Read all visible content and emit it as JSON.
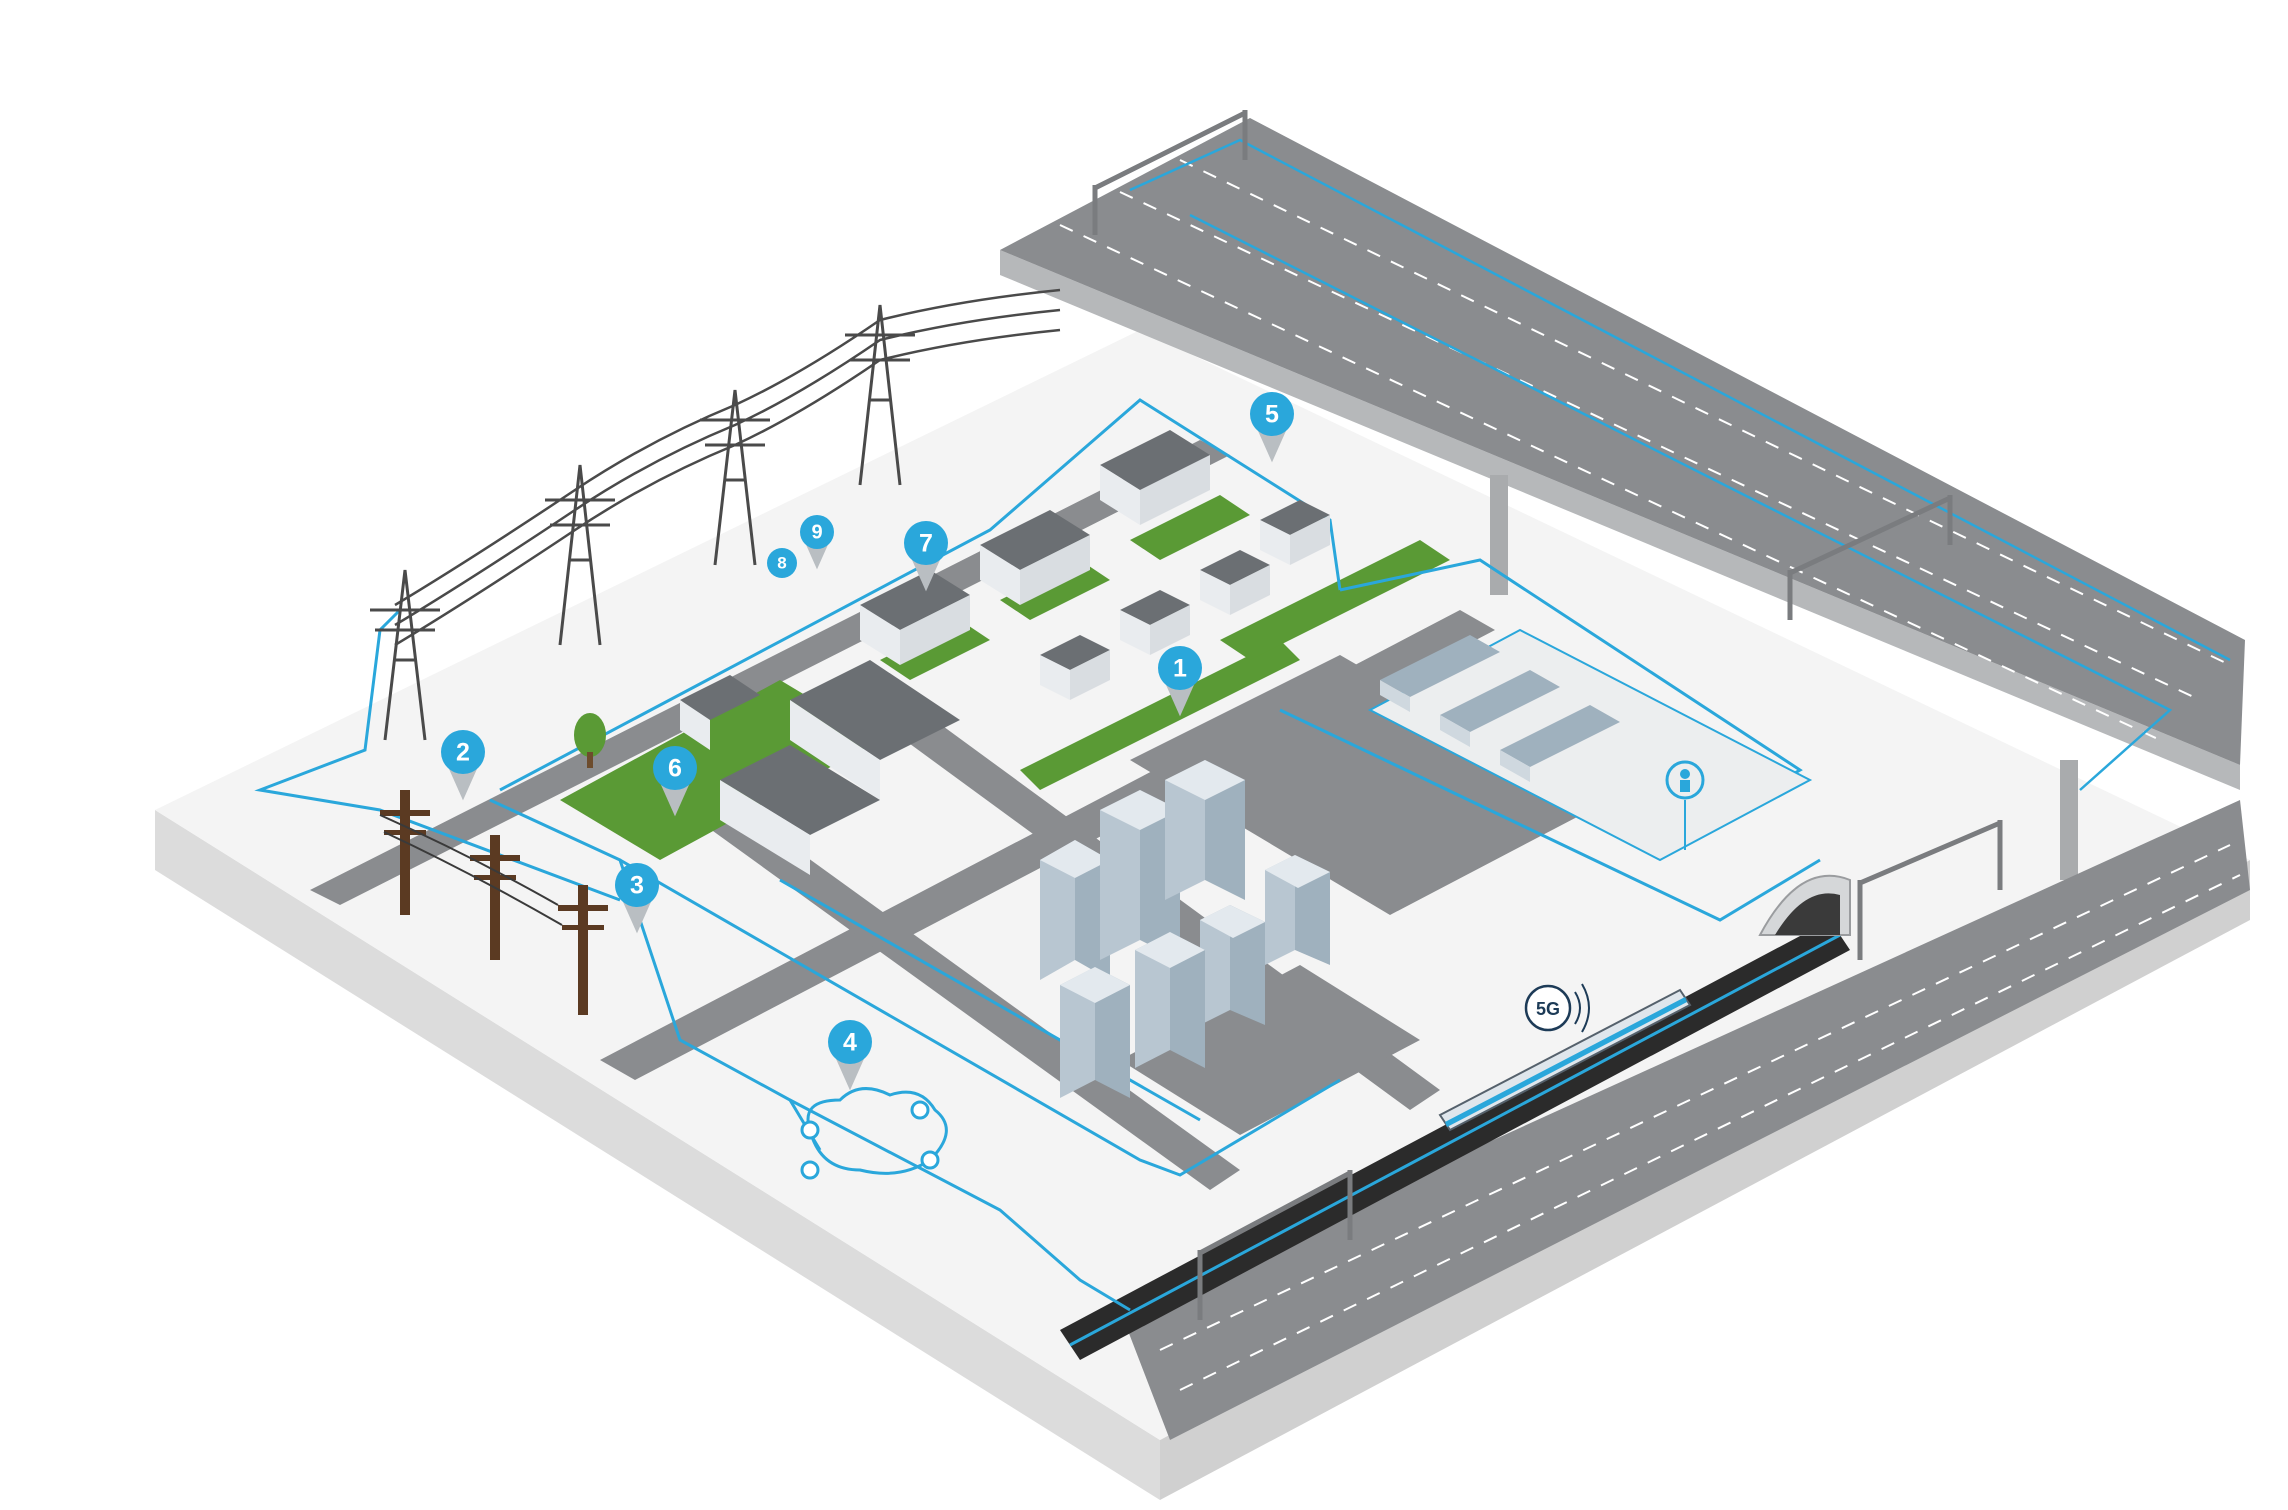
{
  "diagram": {
    "colors": {
      "network": "#2aa7db",
      "marker": "#2aa7db",
      "road": "#8a8c8f",
      "road_dark": "#6e7073",
      "ground": "#f4f4f4",
      "ground_side": "#dcdcdc",
      "grass": "#5a9a35",
      "building": "#c9d4dc",
      "house": "#e9ecef",
      "roof": "#6b6f73",
      "pylon": "#4a4a4a",
      "pole": "#5b3a22"
    },
    "markers": [
      "1",
      "2",
      "3",
      "4",
      "5",
      "6",
      "7",
      "8",
      "9"
    ],
    "badge": "5G",
    "icons": [
      "power-pylon-icon",
      "utility-pole-icon",
      "house-icon",
      "office-tower-icon",
      "train-icon",
      "tunnel-icon",
      "traffic-gantry-icon",
      "person-with-phone-icon",
      "cloud-network-icon",
      "factory-icon"
    ]
  }
}
